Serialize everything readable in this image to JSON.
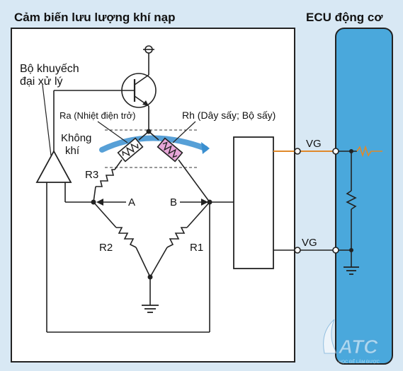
{
  "titles": {
    "sensor": "Cảm biến lưu lượng khí nạp",
    "ecu": "ECU động cơ"
  },
  "labels": {
    "amplifier_line1": "Bộ khuyếch",
    "amplifier_line2": "đại xử lý",
    "ra": "Ra (Nhiệt điện trở)",
    "rh": "Rh (Dây sấy; Bộ sấy)",
    "air_line1": "Không",
    "air_line2": "khí",
    "r1": "R1",
    "r2": "R2",
    "r3": "R3",
    "point_a": "A",
    "point_b": "B",
    "vg_top": "VG",
    "vg_bottom": "VG"
  },
  "logo": {
    "text": "ATC",
    "tagline": "HỌC ĐỂ LÀM ĐƯỢC"
  },
  "colors": {
    "background": "#d8e8f4",
    "ecu_fill": "#4aa8dc",
    "signal_wire": "#e0892a",
    "air_arrow": "#3a8fd0",
    "heater_fill": "#e7a6d8"
  }
}
